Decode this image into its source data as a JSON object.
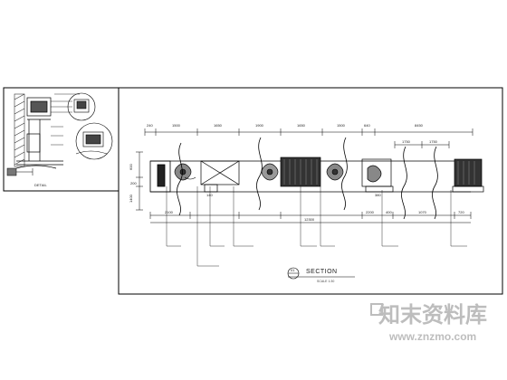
{
  "drawing": {
    "top_dimensions": [
      "240",
      "1500",
      "1650",
      "1900",
      "1650",
      "1500",
      "640",
      "8450"
    ],
    "top_dim_2": [
      "1750",
      "1750"
    ],
    "left_dims": [
      "600",
      "200",
      "1400"
    ],
    "bottom_dims": [
      "2100",
      "2200",
      "400",
      "1070",
      "720"
    ],
    "section_inner_dims": [
      "140",
      "380"
    ],
    "overall_length": "12300",
    "section_label": "SECTION",
    "section_marker": "01",
    "section_scale": "SCALE 1:30",
    "detail_label": "DETAIL"
  },
  "watermark": {
    "logo_text": "知末资料库",
    "url": "www.znzmo.com"
  }
}
